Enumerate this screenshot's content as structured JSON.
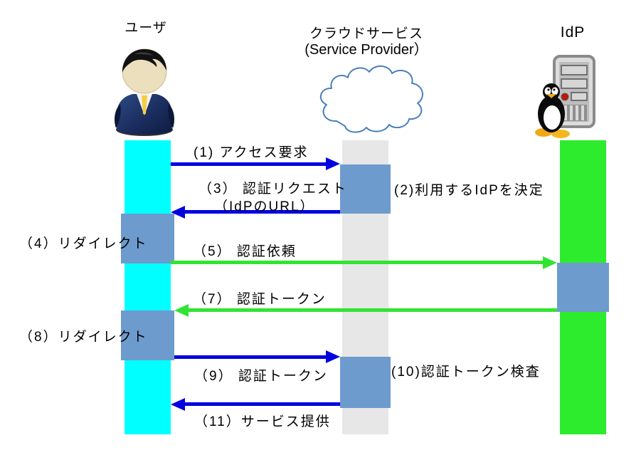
{
  "actors": [
    {
      "name": "ユーザ",
      "icon": "businessman-icon"
    },
    {
      "name": "クラウドサービス",
      "subtitle": "(Service Provider）",
      "icon": "cloud-icon"
    },
    {
      "name": "IdP",
      "icon": "linux-server-icon"
    }
  ],
  "messages": [
    {
      "num": "1",
      "label": "(1) アクセス要求",
      "from": "user",
      "to": "sp",
      "arrow": "blue"
    },
    {
      "num": "2",
      "label": "(2)利用するIdPを決定",
      "type": "note-at-sp"
    },
    {
      "num": "3",
      "label": "（3） 認証リクエスト",
      "label2": "（IdPのURL）",
      "from": "sp",
      "to": "user",
      "arrow": "blue"
    },
    {
      "num": "4",
      "label": "（4）リダイレクト",
      "type": "note-at-user"
    },
    {
      "num": "5",
      "label": "（5） 認証依頼",
      "from": "user",
      "to": "idp",
      "arrow": "green"
    },
    {
      "num": "7",
      "label": "（7） 認証トークン",
      "from": "idp",
      "to": "user",
      "arrow": "green"
    },
    {
      "num": "8",
      "label": "（8）リダイレクト",
      "type": "note-at-user"
    },
    {
      "num": "9",
      "label": "（9） 認証トークン",
      "from": "user",
      "to": "sp",
      "arrow": "blue"
    },
    {
      "num": "10",
      "label": "(10)認証トークン検査",
      "type": "note-at-sp"
    },
    {
      "num": "11",
      "label": "（11）サービス提供",
      "from": "sp",
      "to": "user",
      "arrow": "blue"
    }
  ],
  "colors": {
    "user-lifeline": "#00FFFF",
    "sp-lifeline": "#E7E7E7",
    "idp-lifeline": "#2DEB2D",
    "activation": "#6E9BCD",
    "arrow-blue": "#0000E0",
    "arrow-green": "#33E333"
  }
}
